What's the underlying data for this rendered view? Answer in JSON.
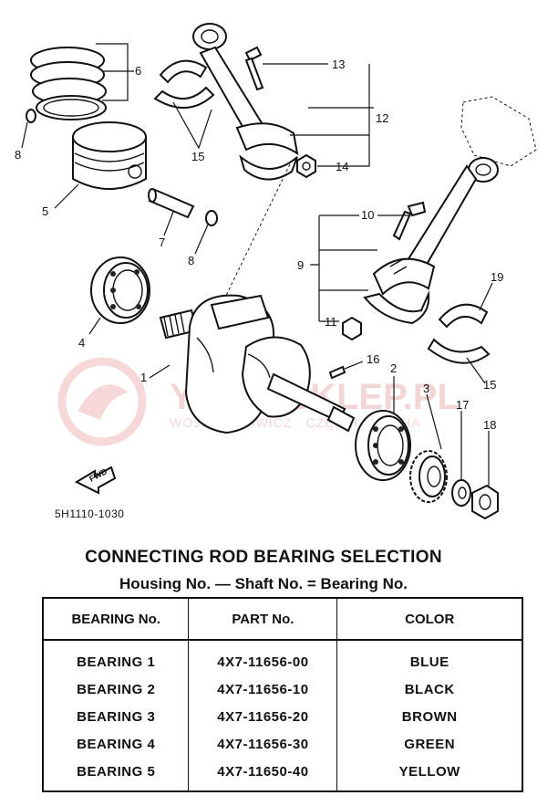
{
  "diagram": {
    "part_code": "5H1110-1030",
    "fwd_label": "FWD",
    "callouts": {
      "c1": "1",
      "c2": "2",
      "c3": "3",
      "c4": "4",
      "c5": "5",
      "c6": "6",
      "c7": "7",
      "c8a": "8",
      "c8b": "8",
      "c9": "9",
      "c10": "10",
      "c11": "11",
      "c12": "12",
      "c13": "13",
      "c14": "14",
      "c15a": "15",
      "c15b": "15",
      "c16": "16",
      "c17": "17",
      "c18": "18",
      "c19": "19"
    },
    "watermark": {
      "main": "YAMA-SKLEP.PL",
      "sub": "WOJCIECHOWICZ · CZĘŚCI YAMAHA"
    }
  },
  "table": {
    "title": "CONNECTING ROD BEARING SELECTION",
    "subtitle": "Housing No. — Shaft No. = Bearing No.",
    "headers": [
      "BEARING No.",
      "PART No.",
      "COLOR"
    ],
    "rows": [
      {
        "bearing": "BEARING 1",
        "part": "4X7-11656-00",
        "color": "BLUE"
      },
      {
        "bearing": "BEARING 2",
        "part": "4X7-11656-10",
        "color": "BLACK"
      },
      {
        "bearing": "BEARING 3",
        "part": "4X7-11656-20",
        "color": "BROWN"
      },
      {
        "bearing": "BEARING 4",
        "part": "4X7-11656-30",
        "color": "GREEN"
      },
      {
        "bearing": "BEARING 5",
        "part": "4X7-11650-40",
        "color": "YELLOW"
      }
    ]
  }
}
